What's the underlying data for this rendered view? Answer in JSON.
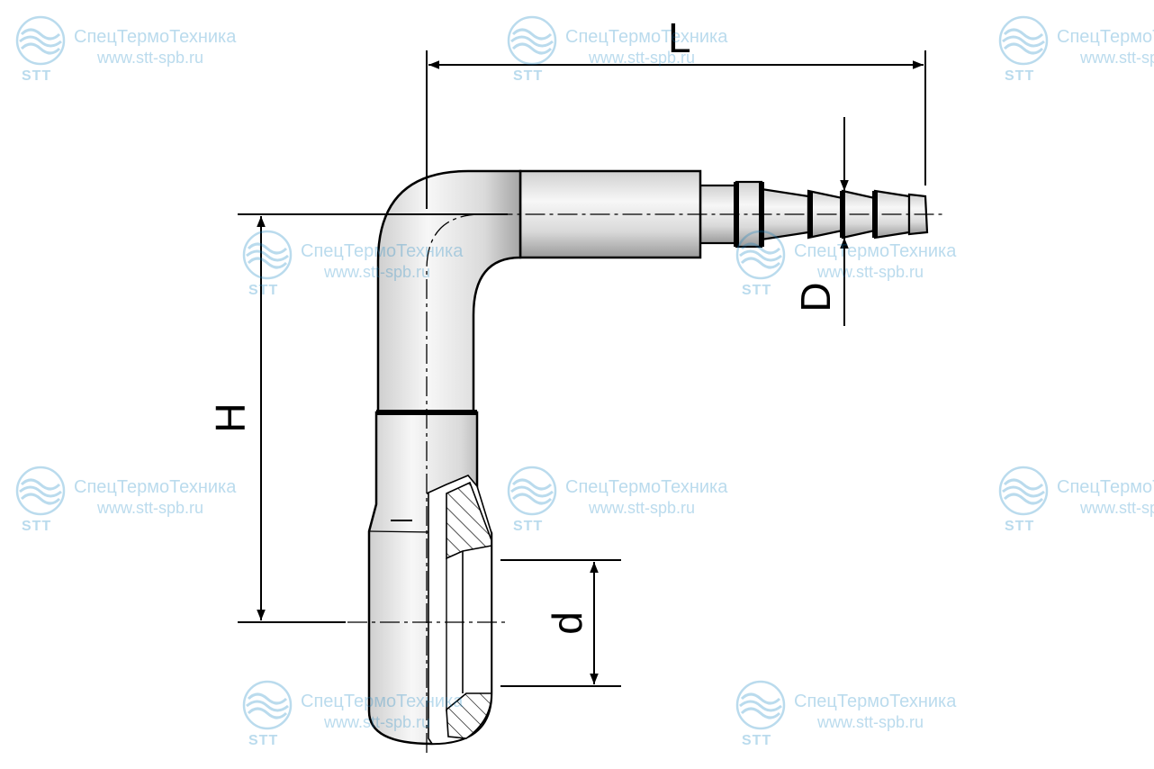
{
  "watermark": {
    "name": "СпецТермоТехника",
    "url": "www.stt-spb.ru",
    "abbr": "STT",
    "color": "#0b7fc0"
  },
  "dimensions": {
    "length": "L",
    "height": "H",
    "hose_diameter": "D",
    "thread_diameter": "d"
  },
  "colors": {
    "outline": "#000000",
    "metal_light": "#f4f4f4",
    "metal_dark": "#c8c8c8"
  }
}
